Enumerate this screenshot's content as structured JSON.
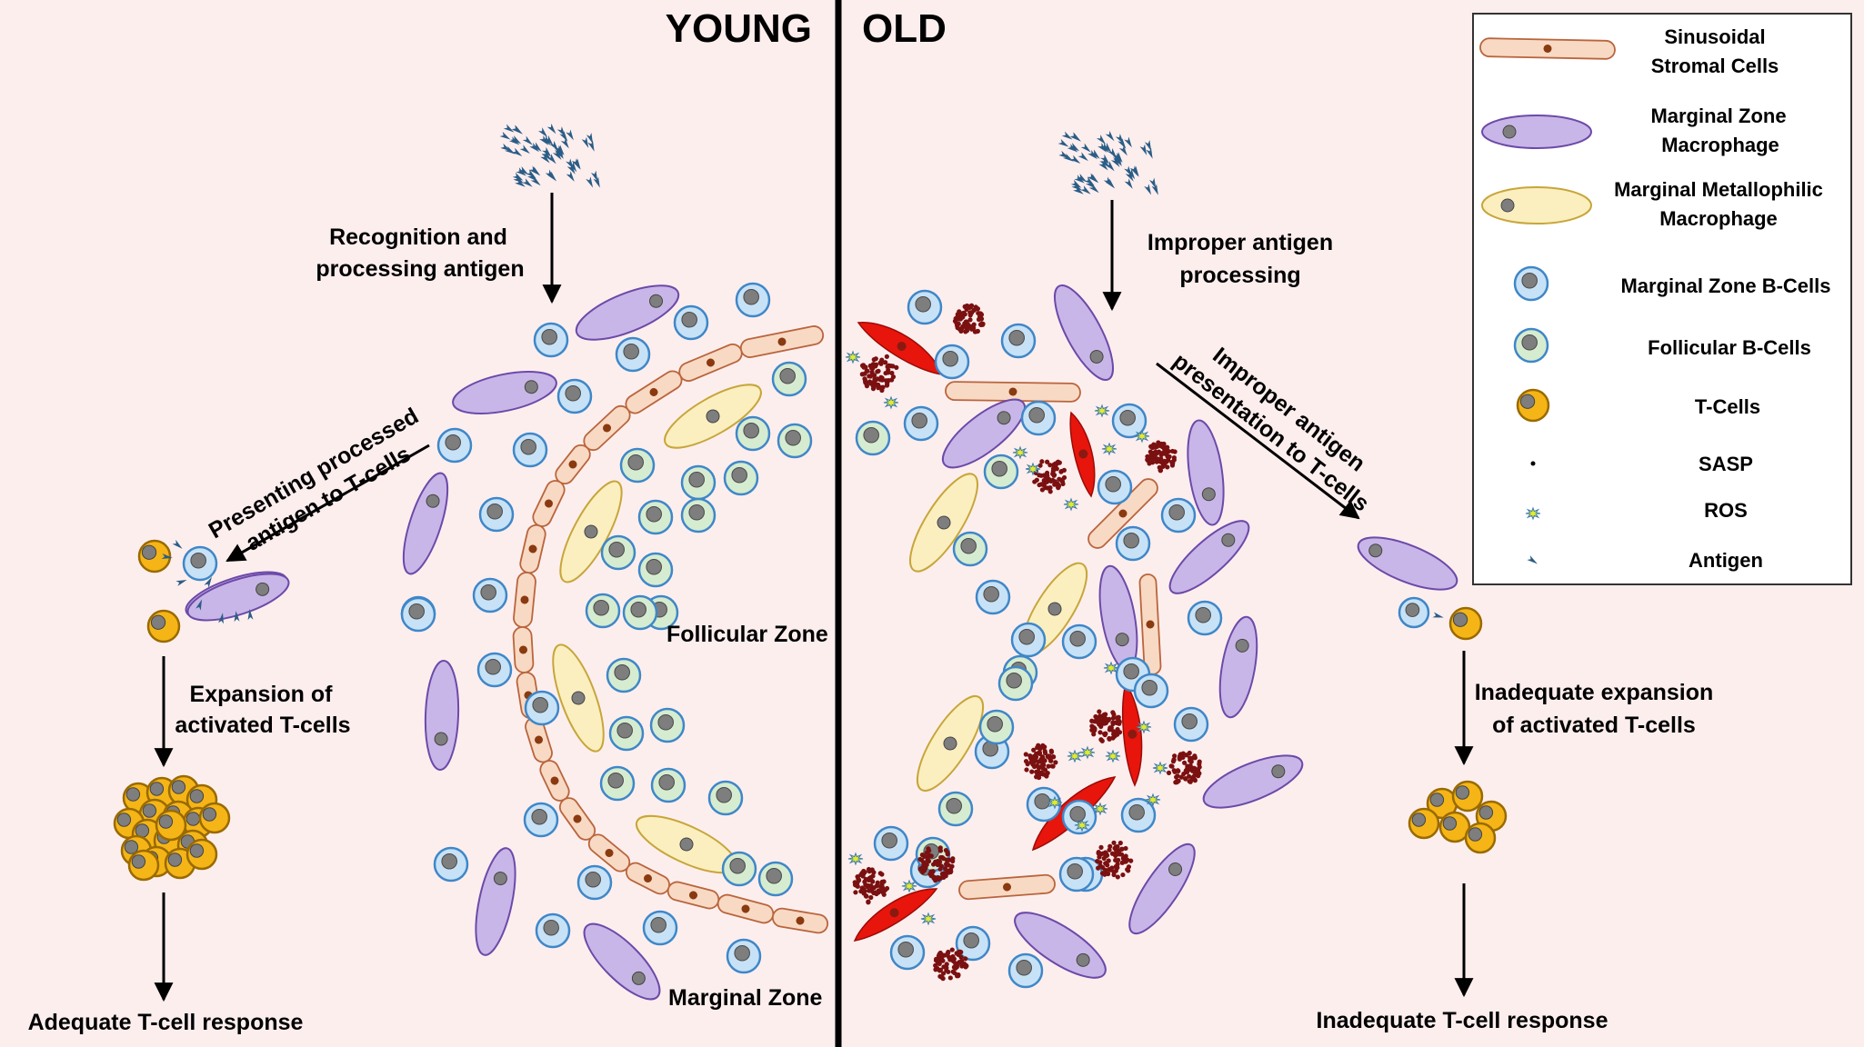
{
  "colors": {
    "background": "#fdeeee",
    "stromal_fill": "#f8d9c4",
    "stromal_stroke": "#b9653c",
    "stromal_nucleus": "#8a3a10",
    "mz_macrophage_fill": "#c9b6e8",
    "mz_macrophage_stroke": "#6c4aa8",
    "metallophilic_fill": "#fbefc0",
    "metallophilic_stroke": "#c7a63a",
    "mz_bcell_fill": "#c7e2f6",
    "foll_bcell_fill": "#d6ecd0",
    "bcell_stroke": "#3f87c8",
    "tcell_fill": "#f5b516",
    "tcell_stroke": "#9a6a00",
    "nucleus": "#7e7e7e",
    "senescent_red": "#e8150d",
    "sasp": "#7a1010",
    "ros": "#e2ea2e",
    "antigen": "#2b5d86"
  },
  "headers": {
    "young": "YOUNG",
    "old": "OLD"
  },
  "young": {
    "step1": [
      "Recognition and",
      "processing antigen"
    ],
    "step2": [
      "Presenting processed",
      "antigen to T-cells"
    ],
    "step3": [
      "Expansion of",
      "activated T-cells"
    ],
    "result": "Adequate T-cell response",
    "follicular_zone": "Follicular Zone",
    "marginal_zone": "Marginal Zone"
  },
  "old": {
    "step1": [
      "Improper antigen",
      "processing"
    ],
    "step2": [
      "Improper antigen",
      "presentation to T-cells"
    ],
    "step3": [
      "Inadequate expansion",
      "of activated T-cells"
    ],
    "result": "Inadequate T-cell response"
  },
  "legend": {
    "items": [
      {
        "icon": "stromal-cell",
        "label": [
          "Sinusoidal",
          "Stromal Cells"
        ]
      },
      {
        "icon": "marginal-zone-macrophage",
        "label": [
          "Marginal Zone",
          "Macrophage"
        ]
      },
      {
        "icon": "metallophilic-macrophage",
        "label": [
          "Marginal Metallophilic",
          "Macrophage"
        ]
      },
      {
        "icon": "marginal-zone-b-cell",
        "label": [
          "Marginal Zone B-Cells"
        ]
      },
      {
        "icon": "follicular-b-cell",
        "label": [
          "Follicular B-Cells"
        ]
      },
      {
        "icon": "t-cell",
        "label": [
          "T-Cells"
        ]
      },
      {
        "icon": "sasp",
        "label": [
          "SASP"
        ]
      },
      {
        "icon": "ros",
        "label": [
          "ROS"
        ]
      },
      {
        "icon": "antigen",
        "label": [
          "Antigen"
        ]
      }
    ]
  }
}
